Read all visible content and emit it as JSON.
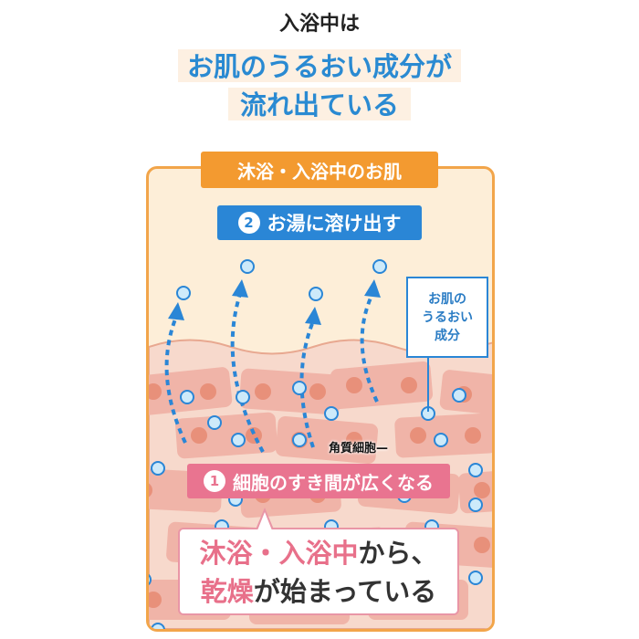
{
  "heading": {
    "line1": "入浴中は",
    "line2": "お肌のうるおい成分が",
    "line3": "流れ出ている"
  },
  "frame_title": "沐浴・入浴中のお肌",
  "step2": {
    "number": "2",
    "label": "お湯に溶け出す"
  },
  "step1": {
    "number": "1",
    "label": "細胞のすき間が広くなる"
  },
  "component_label": {
    "line1": "お肌の",
    "line2": "うるおい",
    "line3": "成分"
  },
  "cell_label": "角質細胞—",
  "bubble": {
    "line1_highlight": "沐浴・入浴中",
    "line1_rest": "から、",
    "line2_highlight": "乾燥",
    "line2_rest": "が始まっている"
  },
  "colors": {
    "blue": "#2a86d6",
    "orange": "#f39a30",
    "pink": "#e97490",
    "skin": "#f7d9cc"
  }
}
